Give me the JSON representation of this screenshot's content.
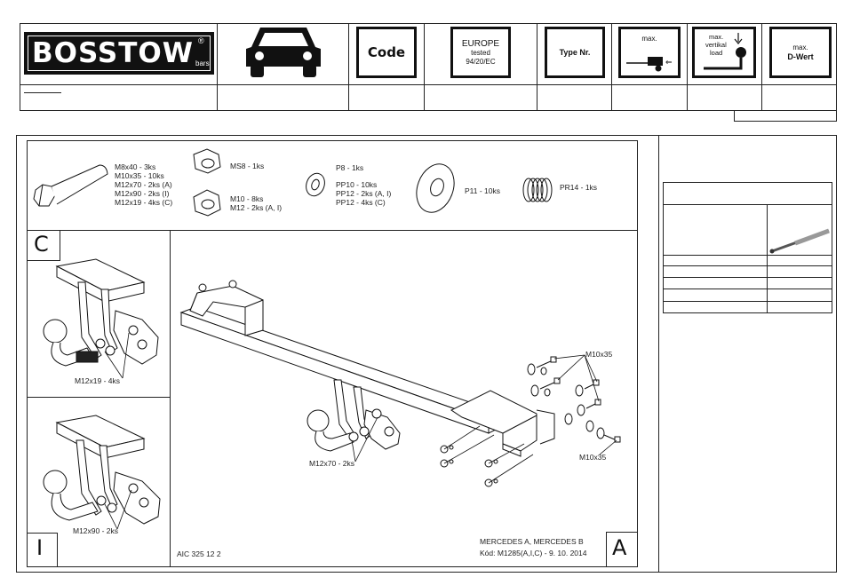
{
  "header": {
    "logo": {
      "brand": "BOSSTOW",
      "reg": "®",
      "sub": "bars"
    },
    "code_label": "Code",
    "europe": {
      "line1": "EUROPE",
      "line2": "tested",
      "line3": "94/20/EC"
    },
    "type_label": "Type Nr.",
    "max_label": "max.",
    "vertical": {
      "line1": "max.",
      "line2": "vertikal",
      "line3": "load"
    },
    "dwert": {
      "line1": "max.",
      "line2": "D-Wert"
    }
  },
  "parts": {
    "bolt": [
      "M8x40 - 3ks",
      "M10x35 - 10ks",
      "M12x70 - 2ks (A)",
      "M12x90 - 2ks (I)",
      "M12x19 - 4ks (C)"
    ],
    "nut_ms8": "MS8 - 1ks",
    "nut_m10": [
      "M10 - 8ks",
      "M12 - 2ks (A, I)"
    ],
    "washer_small": [
      "P8 - 1ks",
      "PP10 - 10ks",
      "PP12 - 2ks (A, I)",
      "PP12 - 4ks (C)"
    ],
    "washer_large": "P11 - 10ks",
    "spring": "PR14 - 1ks"
  },
  "panels": {
    "c": {
      "letter": "C",
      "label": "M12x19 - 4ks"
    },
    "i": {
      "letter": "I",
      "label": "M12x90 - 2ks"
    },
    "a": {
      "letter": "A",
      "label_main": "M12x70 - 2ks",
      "label_m10_top": "M10x35",
      "label_m10_bottom": "M10x35",
      "code": "AIC 325 12 2",
      "vehicle": "MERCEDES A, MERCEDES B",
      "kod": "Kód: M1285(A,I,C) - 9. 10. 2014"
    }
  }
}
